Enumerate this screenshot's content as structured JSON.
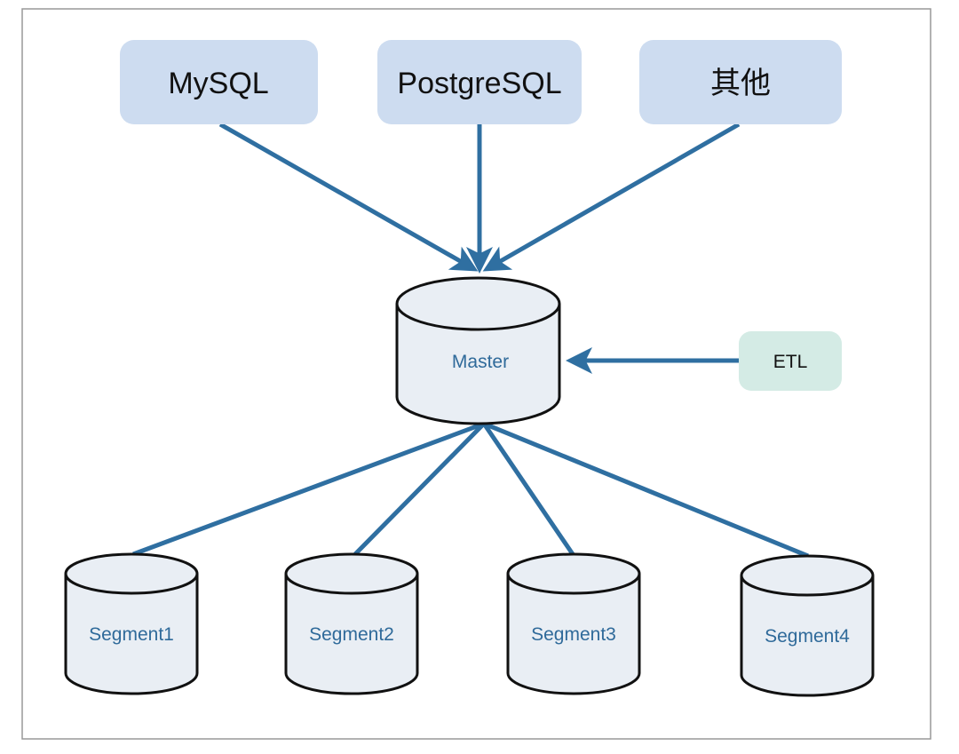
{
  "sources": [
    {
      "label": "MySQL"
    },
    {
      "label": "PostgreSQL"
    },
    {
      "label": "其他"
    }
  ],
  "master": {
    "label": "Master"
  },
  "etl": {
    "label": "ETL"
  },
  "segments": [
    {
      "label": "Segment1"
    },
    {
      "label": "Segment2"
    },
    {
      "label": "Segment3"
    },
    {
      "label": "Segment4"
    }
  ],
  "colors": {
    "source_box": "#cddcf0",
    "etl_box": "#d4ebe5",
    "edge": "#2f6fa1",
    "cylinder_fill": "#e9eef4",
    "db_text": "#2f6a9a"
  }
}
